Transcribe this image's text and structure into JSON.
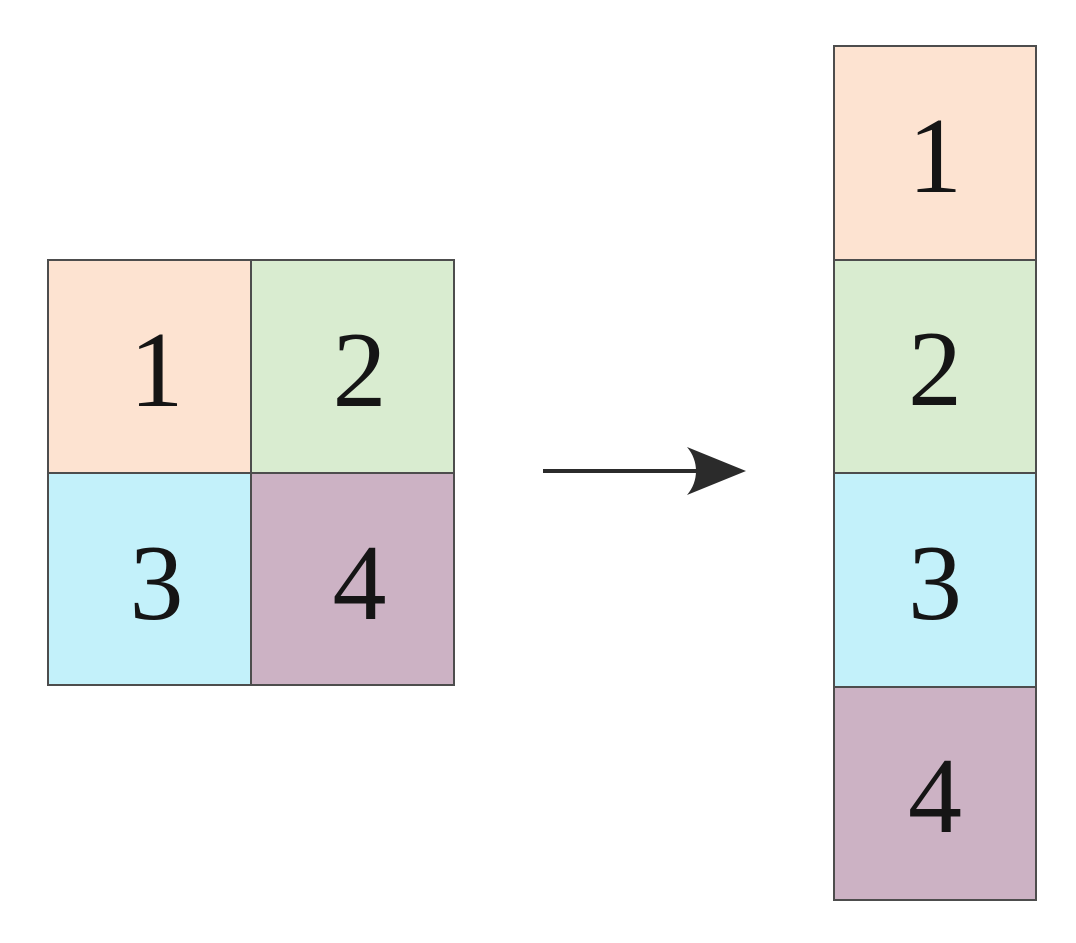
{
  "diagram": {
    "line_color": "#4d4d4d",
    "text_color": "#151515",
    "matrix": {
      "rows": 2,
      "cols": 2,
      "cells": [
        {
          "label": "1",
          "color": "#fde3d1"
        },
        {
          "label": "2",
          "color": "#d9ecd0"
        },
        {
          "label": "3",
          "color": "#c3f1fa"
        },
        {
          "label": "4",
          "color": "#ccb2c4"
        }
      ]
    },
    "arrow": {
      "direction": "right",
      "color": "#2b2b2b"
    },
    "vector": {
      "rows": 4,
      "cols": 1,
      "cells": [
        {
          "label": "1",
          "color": "#fde3d1"
        },
        {
          "label": "2",
          "color": "#d9ecd0"
        },
        {
          "label": "3",
          "color": "#c3f1fa"
        },
        {
          "label": "4",
          "color": "#ccb2c4"
        }
      ]
    }
  }
}
